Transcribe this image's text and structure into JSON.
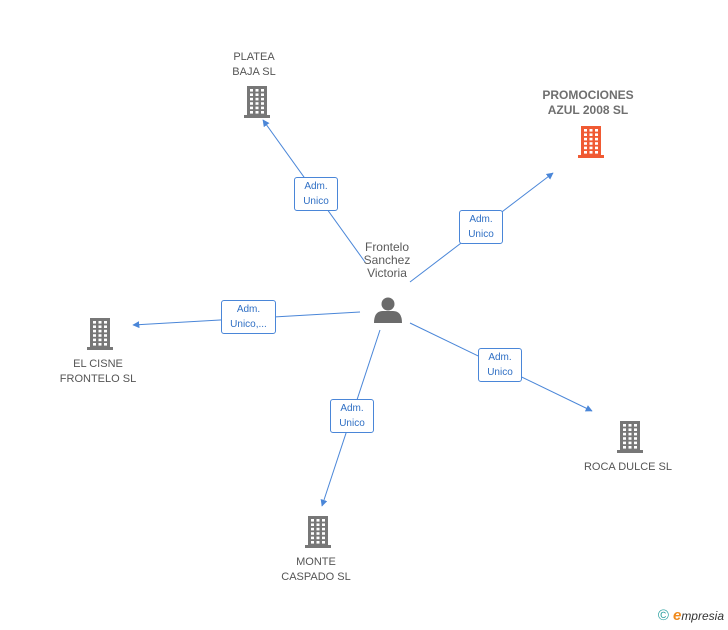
{
  "center": {
    "label": "Frontelo\nSanchez\nVictoria",
    "icon": "person-icon"
  },
  "companies": [
    {
      "id": "platea",
      "label": "PLATEA\nBAJA SL",
      "color": "#777777",
      "highlight": false,
      "icon": "building-icon"
    },
    {
      "id": "promociones",
      "label": "PROMOCIONES\nAZUL 2008 SL",
      "color": "#f05a33",
      "highlight": true,
      "icon": "building-icon"
    },
    {
      "id": "elcisne",
      "label": "EL CISNE\nFRONTELO SL",
      "color": "#777777",
      "highlight": false,
      "icon": "building-icon"
    },
    {
      "id": "roca",
      "label": "ROCA DULCE SL",
      "color": "#777777",
      "highlight": false,
      "icon": "building-icon"
    },
    {
      "id": "monte",
      "label": "MONTE\nCASPADO SL",
      "color": "#777777",
      "highlight": false,
      "icon": "building-icon"
    }
  ],
  "edges": [
    {
      "to": "platea",
      "label": "Adm.\nUnico"
    },
    {
      "to": "promociones",
      "label": "Adm.\nUnico"
    },
    {
      "to": "elcisne",
      "label": "Adm.\nUnico,..."
    },
    {
      "to": "roca",
      "label": "Adm.\nUnico"
    },
    {
      "to": "monte",
      "label": "Adm.\nUnico"
    }
  ],
  "colors": {
    "edge": "#4a86d8",
    "person": "#6b6b6b"
  },
  "footer": {
    "copyright": "©",
    "brand_e": "e",
    "brand_rest": "mpresia"
  }
}
